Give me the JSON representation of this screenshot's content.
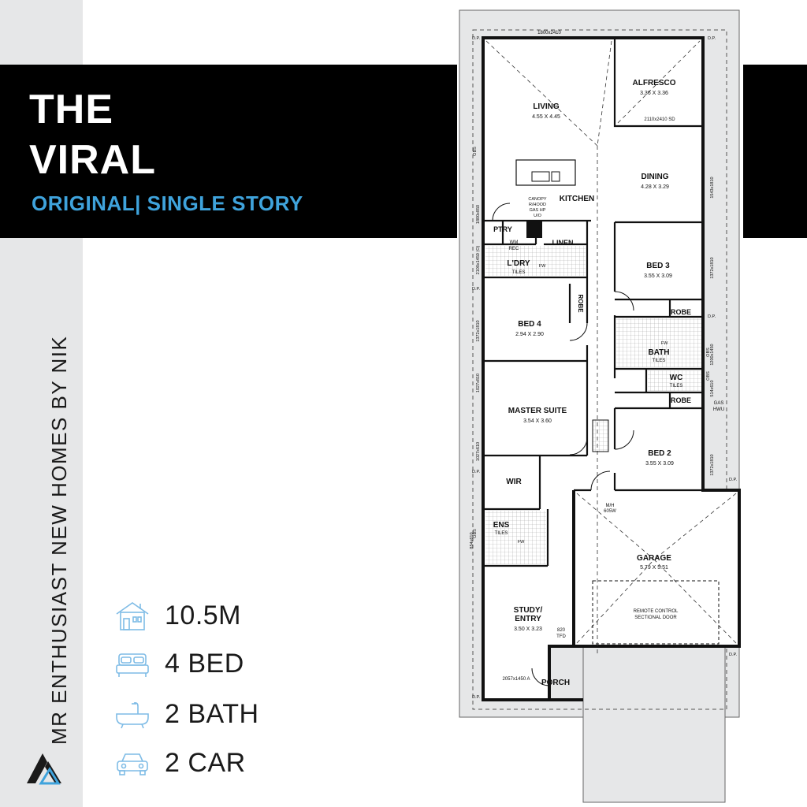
{
  "title": {
    "line1": "THE",
    "line2": "VIRAL",
    "subtitle": "ORIGINAL| SINGLE STORY"
  },
  "side_text": "MR ENTHUSIAST NEW HOMES BY NIK",
  "colors": {
    "accent": "#3fa3dc",
    "band": "#000000",
    "strip": "#e6e7e8",
    "icon": "#7fbce6"
  },
  "specs": [
    {
      "icon": "house-icon",
      "text": "10.5M"
    },
    {
      "icon": "bed-icon",
      "text": "4 BED"
    },
    {
      "icon": "bath-icon",
      "text": "2 BATH"
    },
    {
      "icon": "car-icon",
      "text": "2 CAR"
    }
  ],
  "floorplan": {
    "rooms": {
      "alfresco": {
        "name": "ALFRESCO",
        "size": "3.36 X 3.36"
      },
      "living": {
        "name": "LIVING",
        "size": "4.55 X 4.45"
      },
      "dining": {
        "name": "DINING",
        "size": "4.28 X 3.29"
      },
      "kitchen": {
        "name": "KITCHEN"
      },
      "ptry": {
        "name": "PTRY"
      },
      "linen": {
        "name": "LINEN"
      },
      "ldry": {
        "name": "L'DRY",
        "floor": "TILES"
      },
      "bed3": {
        "name": "BED 3",
        "size": "3.55 X 3.09"
      },
      "bed4": {
        "name": "BED 4",
        "size": "2.94 X 2.90"
      },
      "robe": {
        "name": "ROBE"
      },
      "bath": {
        "name": "BATH",
        "floor": "TILES"
      },
      "wc": {
        "name": "WC",
        "floor": "TILES"
      },
      "master": {
        "name": "MASTER SUITE",
        "size": "3.54 X 3.60"
      },
      "wir": {
        "name": "WIR"
      },
      "ens": {
        "name": "ENS",
        "floor": "TILES"
      },
      "bed2": {
        "name": "BED 2",
        "size": "3.55 X 3.09"
      },
      "garage": {
        "name": "GARAGE",
        "size": "5.79 X 5.51",
        "door_line1": "REMOTE CONTROL",
        "door_line2": "SECTIONAL DOOR"
      },
      "study": {
        "name_line1": "STUDY/",
        "name_line2": "ENTRY",
        "size": "3.50 X 3.23"
      },
      "porch": {
        "name": "PORCH"
      }
    },
    "notes": {
      "top_window": "1800x2410",
      "alfresco_door": "2110x2410 SD",
      "canopy1": "CANOPY",
      "canopy2": "R/HOOD",
      "canopy3": "GAS HP",
      "canopy4": "U/O",
      "wm": "WM",
      "rec": "REC",
      "fw": "FW",
      "mh1": "M/H",
      "mh2": "605W",
      "gas_hwu1": "GAS",
      "gas_hwu2": "HWU",
      "tfd1": "820",
      "tfd2": "TFD",
      "entry_window": "2057x1450 A",
      "dp": "D.P.",
      "obs": "OBS",
      "w_living_side": "1800x850",
      "w_ldry": "2100x1450 (O)",
      "w_bed4": "1372x1810",
      "w_master1": "1027x810",
      "w_master2": "1027x610",
      "w_ens": "854x610",
      "w_dining": "1543x1810",
      "w_bed3": "1372x1810",
      "w_bath": "1200x1450",
      "w_wc": "514x610",
      "w_bed2": "1372x1810"
    }
  }
}
